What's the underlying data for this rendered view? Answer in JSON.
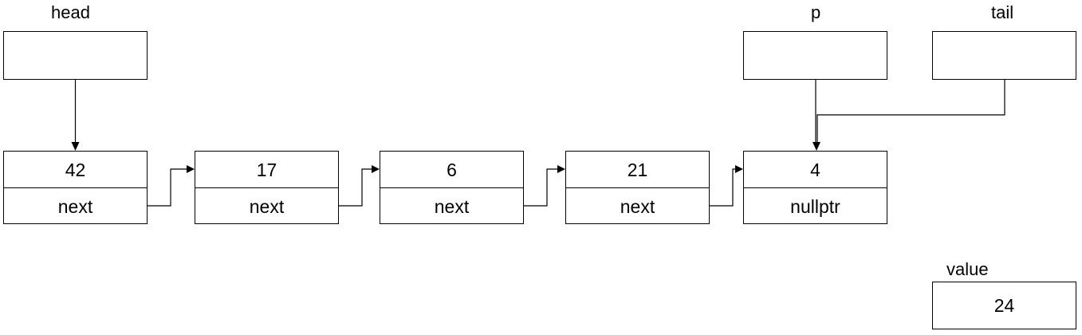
{
  "pointers": {
    "head": "head",
    "p": "p",
    "tail": "tail",
    "value": "value"
  },
  "value_box": "24",
  "nodes": [
    {
      "data": "42",
      "next": "next"
    },
    {
      "data": "17",
      "next": "next"
    },
    {
      "data": "6",
      "next": "next"
    },
    {
      "data": "21",
      "next": "next"
    },
    {
      "data": "4",
      "next": "nullptr"
    }
  ]
}
